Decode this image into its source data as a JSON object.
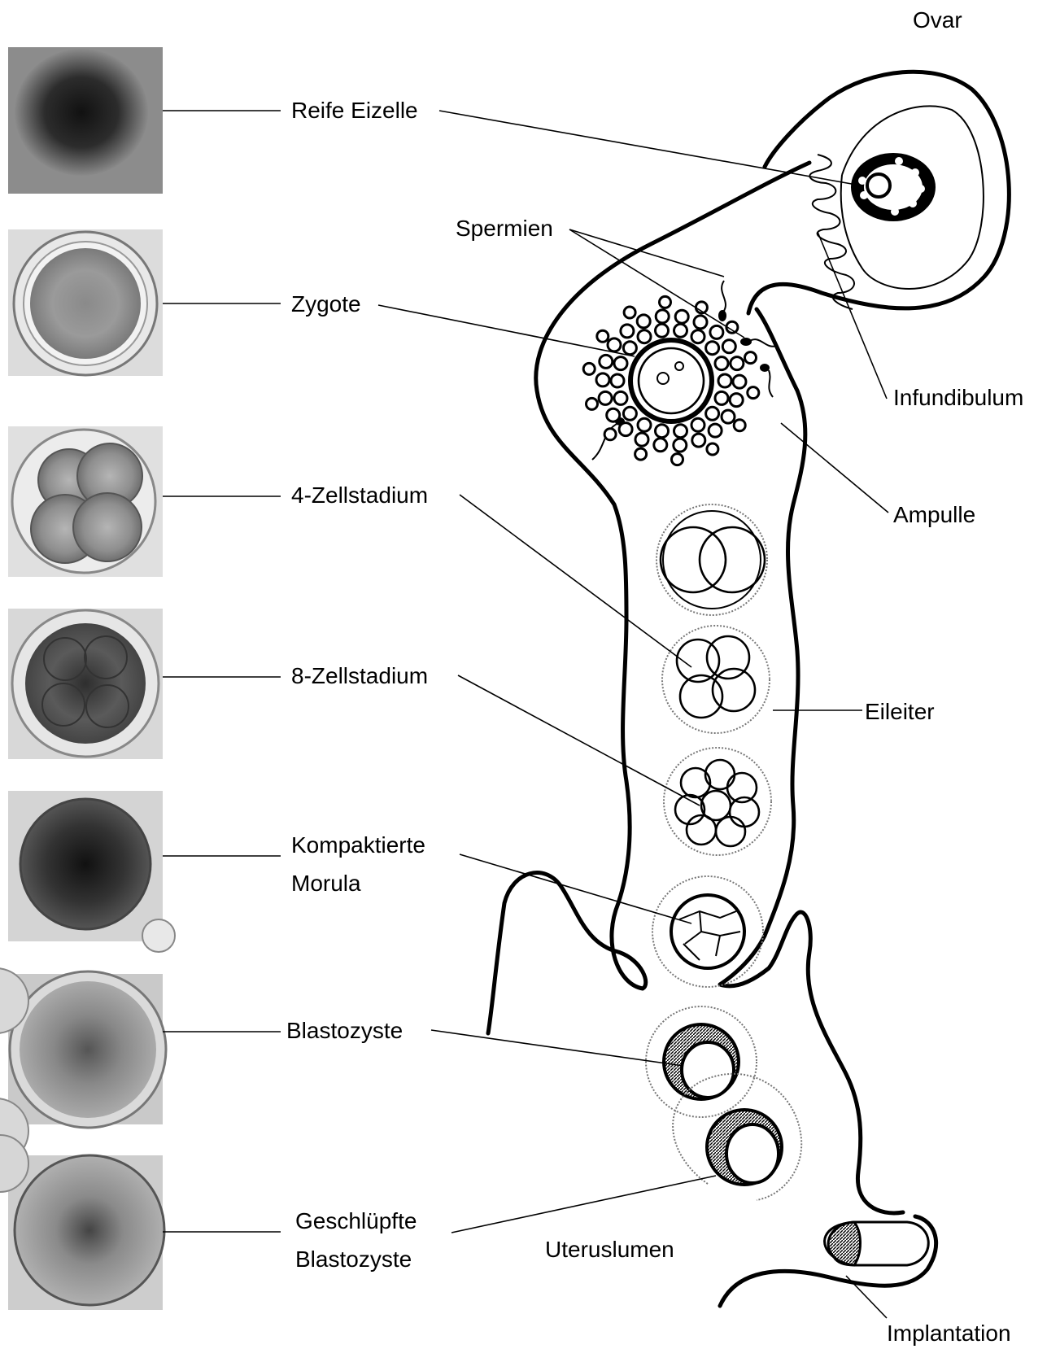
{
  "labels": {
    "reife_eizelle": "Reife Eizelle",
    "zygote": "Zygote",
    "vier_zell": "4-Zellstadium",
    "acht_zell": "8-Zellstadium",
    "morula_line1": "Kompaktierte",
    "morula_line2": "Morula",
    "blastozyste": "Blastozyste",
    "geschluepft_line1": "Geschlüpfte",
    "geschluepft_line2": "Blastozyste",
    "ovar": "Ovar",
    "spermien": "Spermien",
    "infundibulum": "Infundibulum",
    "ampulle": "Ampulle",
    "eileiter": "Eileiter",
    "uteruslumen": "Uteruslumen",
    "implantation": "Implantation"
  },
  "photos": [
    {
      "name": "photo-mature-oocyte",
      "tone": "#3a3a3a",
      "bg": "#8a8a8a"
    },
    {
      "name": "photo-zygote",
      "tone": "#8c8c8c",
      "bg": "#d9d9d9"
    },
    {
      "name": "photo-4-cell",
      "tone": "#9a9a9a",
      "bg": "#dedede"
    },
    {
      "name": "photo-8-cell",
      "tone": "#5a5a5a",
      "bg": "#d2d2d2"
    },
    {
      "name": "photo-morula",
      "tone": "#3e3e3e",
      "bg": "#cfcfcf"
    },
    {
      "name": "photo-blastocyst",
      "tone": "#7a7a7a",
      "bg": "#c8c8c8"
    },
    {
      "name": "photo-hatched-blastocyst",
      "tone": "#6a6a6a",
      "bg": "#cdcdcd"
    }
  ]
}
